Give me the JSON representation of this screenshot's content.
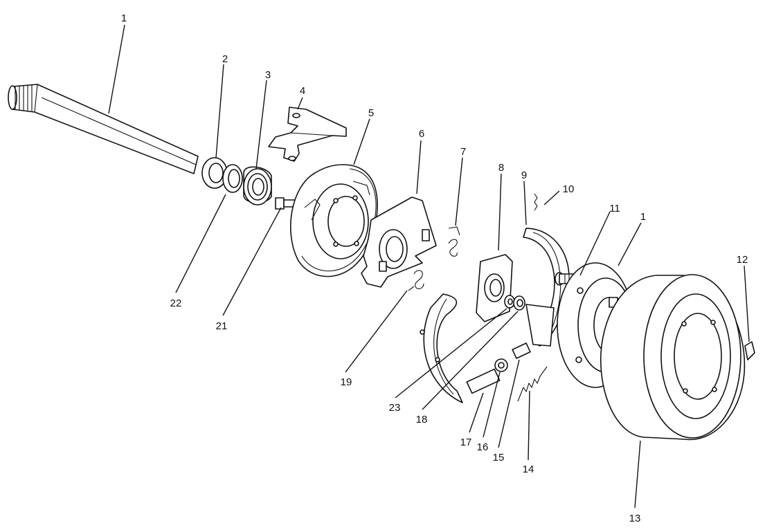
{
  "diagram": {
    "type": "exploded-parts-view",
    "callouts": [
      {
        "id": "c1a",
        "label": "1"
      },
      {
        "id": "c2",
        "label": "2"
      },
      {
        "id": "c3",
        "label": "3"
      },
      {
        "id": "c4",
        "label": "4"
      },
      {
        "id": "c5",
        "label": "5"
      },
      {
        "id": "c6",
        "label": "6"
      },
      {
        "id": "c7",
        "label": "7"
      },
      {
        "id": "c8",
        "label": "8"
      },
      {
        "id": "c9",
        "label": "9"
      },
      {
        "id": "c10",
        "label": "10"
      },
      {
        "id": "c11",
        "label": "11"
      },
      {
        "id": "c1b",
        "label": "1"
      },
      {
        "id": "c12",
        "label": "12"
      },
      {
        "id": "c22",
        "label": "22"
      },
      {
        "id": "c21",
        "label": "21"
      },
      {
        "id": "c19",
        "label": "19"
      },
      {
        "id": "c23",
        "label": "23"
      },
      {
        "id": "c18",
        "label": "18"
      },
      {
        "id": "c17",
        "label": "17"
      },
      {
        "id": "c16",
        "label": "16"
      },
      {
        "id": "c15",
        "label": "15"
      },
      {
        "id": "c14",
        "label": "14"
      },
      {
        "id": "c13",
        "label": "13"
      }
    ]
  }
}
